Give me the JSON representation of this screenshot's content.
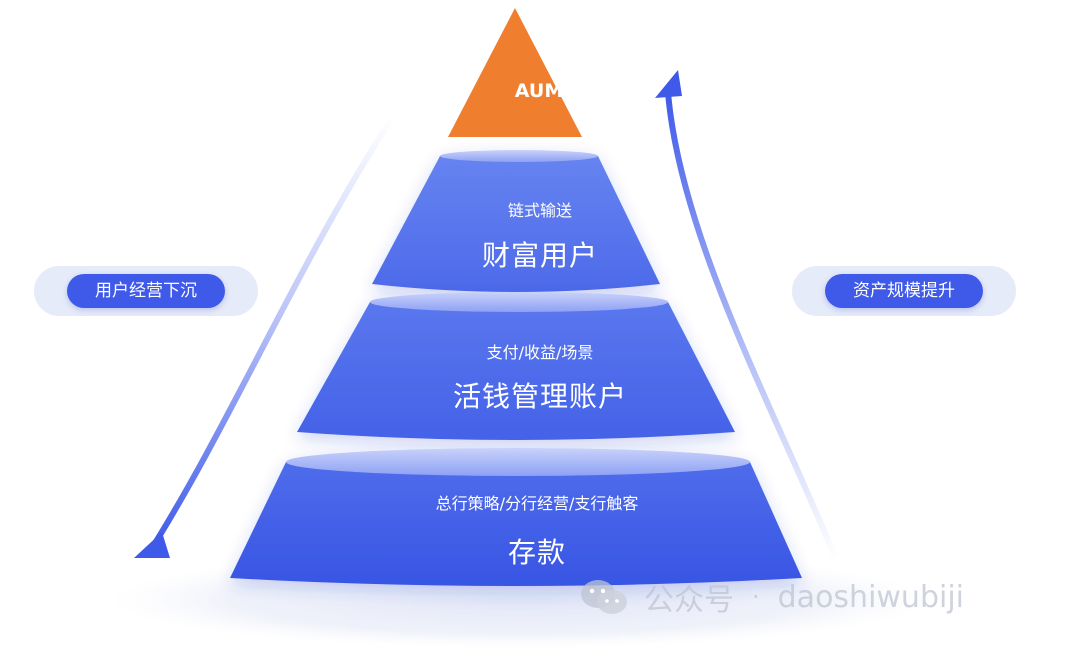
{
  "pyramid": {
    "top_label": "AUM",
    "tiers": [
      {
        "subtitle": "链式输送",
        "title": "财富用户"
      },
      {
        "subtitle": "支付/收益/场景",
        "title": "活钱管理账户"
      },
      {
        "subtitle": "总行策略/分行经营/支行触客",
        "title": "存款"
      }
    ]
  },
  "left_pill": {
    "label": "用户经营下沉",
    "direction": "down"
  },
  "right_pill": {
    "label": "资产规模提升",
    "direction": "up"
  },
  "watermark": {
    "label": "公众号",
    "separator": "·",
    "account": "daoshiwubiji"
  },
  "colors": {
    "top": "#ef7f2f",
    "tier_light": "#5b78ee",
    "tier_mid": "#4c69ea",
    "tier_dark": "#3d5ae5",
    "arrow": "#3f5ae8"
  }
}
